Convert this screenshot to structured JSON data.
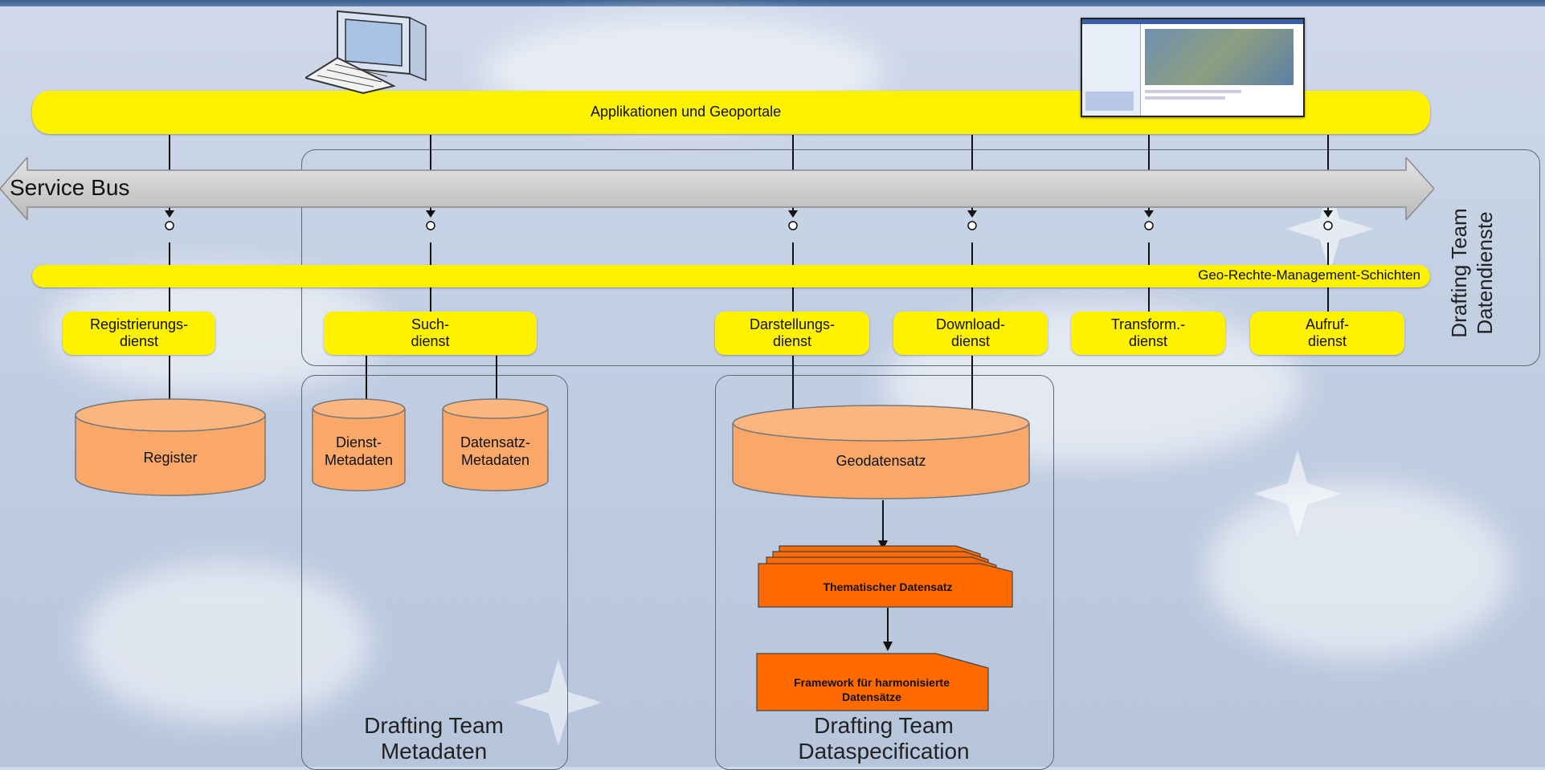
{
  "applications_band": {
    "label": "Applikationen und Geoportale"
  },
  "service_bus": {
    "label": "Service Bus"
  },
  "rights_band": {
    "label": "Geo-Rechte-Management-Schichten"
  },
  "services": [
    {
      "line1": "Registrierungs-",
      "line2": "dienst"
    },
    {
      "line1": "Such-",
      "line2": "dienst"
    },
    {
      "line1": "Darstellungs-",
      "line2": "dienst"
    },
    {
      "line1": "Download-",
      "line2": "dienst"
    },
    {
      "line1": "Transform.-",
      "line2": "dienst"
    },
    {
      "line1": "Aufruf-",
      "line2": "dienst"
    }
  ],
  "stores": {
    "register": "Register",
    "dienst_metadaten": {
      "line1": "Dienst-",
      "line2": "Metadaten"
    },
    "datensatz_metadaten": {
      "line1": "Datensatz-",
      "line2": "Metadaten"
    },
    "geodatensatz": "Geodatensatz"
  },
  "documents": {
    "thematic": "Thematischer Datensatz",
    "framework": {
      "line1": "Framework für harmonisierte",
      "line2": "Datensätze"
    }
  },
  "teams": {
    "datendienste": {
      "line1": "Drafting Team",
      "line2": "Datendienste"
    },
    "metadaten": {
      "line1": "Drafting Team",
      "line2": "Metadaten"
    },
    "dataspecification": {
      "line1": "Drafting Team",
      "line2": "Dataspecification"
    }
  },
  "colors": {
    "yellow": "#fff200",
    "cylinder": "#f9a86a",
    "document": "#ff6a00",
    "bus": "#c8c8c8"
  }
}
